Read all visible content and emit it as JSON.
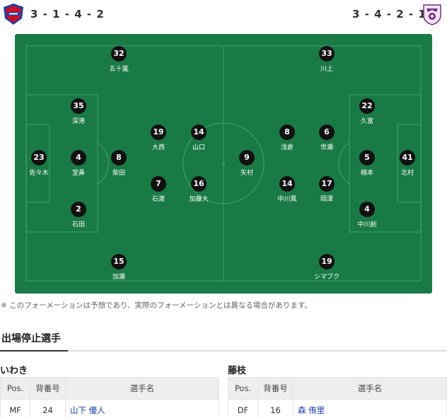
{
  "header": {
    "home_formation": "3 - 1 - 4 - 2",
    "away_formation": "3 - 4 - 2 - 1",
    "home_badge_icon": "iwaki-fc-crest-icon",
    "away_badge_icon": "fujieda-myfc-crest-icon",
    "home_color": "#1a3fa0",
    "away_color": "#7a2e8c"
  },
  "pitch": {
    "color": "#1a7a45",
    "line_color": "#3a9a62"
  },
  "home_players": [
    {
      "number": "23",
      "name": "佐々木"
    },
    {
      "number": "35",
      "name": "深港"
    },
    {
      "number": "4",
      "name": "堂鼻"
    },
    {
      "number": "2",
      "name": "石田"
    },
    {
      "number": "8",
      "name": "柴田"
    },
    {
      "number": "32",
      "name": "五十嵐"
    },
    {
      "number": "19",
      "name": "大西"
    },
    {
      "number": "7",
      "name": "石渡"
    },
    {
      "number": "15",
      "name": "加瀬"
    },
    {
      "number": "14",
      "name": "山口"
    },
    {
      "number": "16",
      "name": "加藤大"
    }
  ],
  "away_players": [
    {
      "number": "41",
      "name": "北村"
    },
    {
      "number": "22",
      "name": "久富"
    },
    {
      "number": "5",
      "name": "楠本"
    },
    {
      "number": "4",
      "name": "中川創"
    },
    {
      "number": "33",
      "name": "川上"
    },
    {
      "number": "8",
      "name": "浅倉"
    },
    {
      "number": "14",
      "name": "中川風"
    },
    {
      "number": "19",
      "name": "シマブク"
    },
    {
      "number": "6",
      "name": "世瀬"
    },
    {
      "number": "17",
      "name": "岡澤"
    },
    {
      "number": "9",
      "name": "矢村"
    }
  ],
  "note": "※ このフォーメーションは予想であり、実際のフォーメーションとは異なる場合があります。",
  "suspended": {
    "title": "出場停止選手",
    "headers": {
      "pos": "Pos.",
      "number": "背番号",
      "name": "選手名"
    },
    "home": {
      "team": "いわき",
      "rows": [
        {
          "pos": "MF",
          "number": "24",
          "name": "山下 優人"
        }
      ]
    },
    "away": {
      "team": "藤枝",
      "rows": [
        {
          "pos": "DF",
          "number": "16",
          "name": "森 侑里"
        }
      ]
    }
  }
}
